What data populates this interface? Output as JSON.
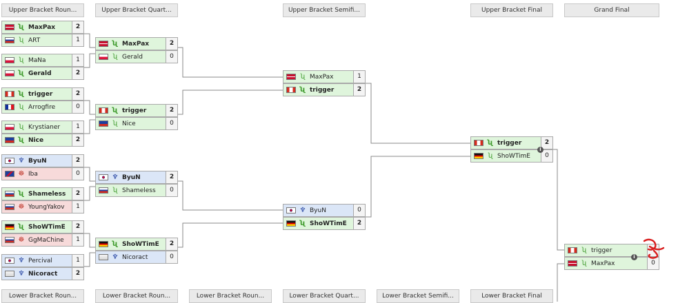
{
  "headers": {
    "upper": [
      "Upper Bracket Roun...",
      "Upper Bracket Quart...",
      "Upper Bracket Semifi...",
      "Upper Bracket Final",
      "Grand Final"
    ],
    "lower": [
      "Lower Bracket Roun...",
      "Lower Bracket Roun...",
      "Lower Bracket Roun...",
      "Lower Bracket Quart...",
      "Lower Bracket Semifi...",
      "Lower Bracket Final"
    ]
  },
  "colors": {
    "protoss": "#dff5dc",
    "terran": "#dbe6f7",
    "zerg": "#f7dada",
    "line": "#8a8a8a",
    "annotation": "#d81c1c"
  },
  "matches": {
    "ro16_1": [
      {
        "name": "MaxPax",
        "score": "2"
      },
      {
        "name": "ART",
        "score": "1"
      }
    ],
    "ro16_2": [
      {
        "name": "MaNa",
        "score": "1"
      },
      {
        "name": "Gerald",
        "score": "2"
      }
    ],
    "ro16_3": [
      {
        "name": "trigger",
        "score": "2"
      },
      {
        "name": "Arrogfire",
        "score": "0"
      }
    ],
    "ro16_4": [
      {
        "name": "Krystianer",
        "score": "1"
      },
      {
        "name": "Nice",
        "score": "2"
      }
    ],
    "ro16_5": [
      {
        "name": "ByuN",
        "score": "2"
      },
      {
        "name": "Iba",
        "score": "0"
      }
    ],
    "ro16_6": [
      {
        "name": "Shameless",
        "score": "2"
      },
      {
        "name": "YoungYakov",
        "score": "1"
      }
    ],
    "ro16_7": [
      {
        "name": "ShoWTimE",
        "score": "2"
      },
      {
        "name": "GgMaChine",
        "score": "1"
      }
    ],
    "ro16_8": [
      {
        "name": "Percival",
        "score": "1"
      },
      {
        "name": "Nicoract",
        "score": "2"
      }
    ],
    "qf_1": [
      {
        "name": "MaxPax",
        "score": "2"
      },
      {
        "name": "Gerald",
        "score": "0"
      }
    ],
    "qf_2": [
      {
        "name": "trigger",
        "score": "2"
      },
      {
        "name": "Nice",
        "score": "0"
      }
    ],
    "qf_3": [
      {
        "name": "ByuN",
        "score": "2"
      },
      {
        "name": "Shameless",
        "score": "0"
      }
    ],
    "qf_4": [
      {
        "name": "ShoWTimE",
        "score": "2"
      },
      {
        "name": "Nicoract",
        "score": "0"
      }
    ],
    "sf_1": [
      {
        "name": "MaxPax",
        "score": "1"
      },
      {
        "name": "trigger",
        "score": "2"
      }
    ],
    "sf_2": [
      {
        "name": "ByuN",
        "score": "0"
      },
      {
        "name": "ShoWTimE",
        "score": "2"
      }
    ],
    "ubf": [
      {
        "name": "trigger",
        "score": "2"
      },
      {
        "name": "ShoWTimE",
        "score": "0"
      }
    ],
    "gf": [
      {
        "name": "trigger",
        "score": ""
      },
      {
        "name": "MaxPax",
        "score": "0"
      }
    ]
  },
  "icons": {
    "info": "info-icon",
    "protoss": "protoss-race-icon",
    "terran": "terran-race-icon",
    "zerg": "zerg-race-icon"
  },
  "info_glyph": "i"
}
